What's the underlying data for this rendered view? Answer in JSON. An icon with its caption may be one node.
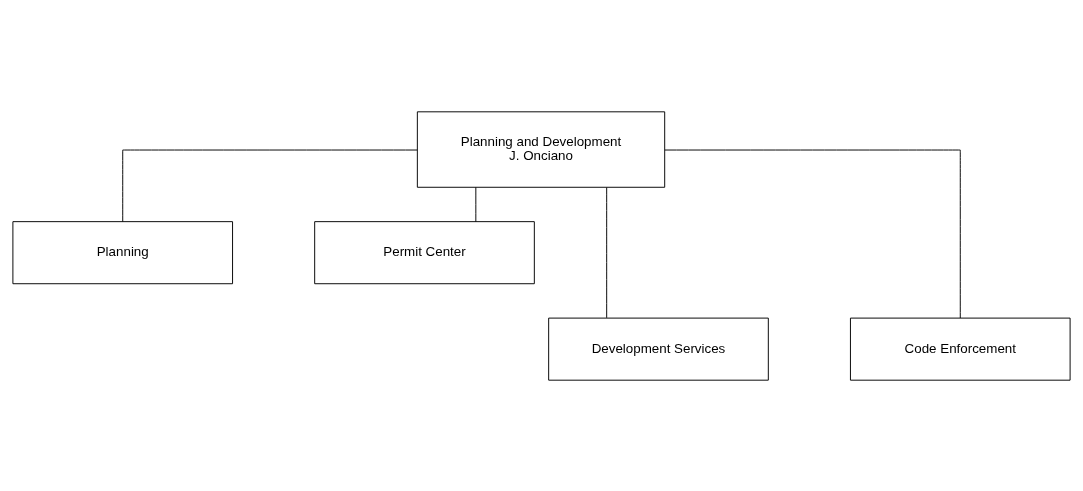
{
  "diagram": {
    "nodes": [
      {
        "text": [
          "Planning and Development",
          "J. Onciano"
        ]
      },
      {
        "text": [
          "Planning"
        ]
      },
      {
        "text": [
          "Permit Center"
        ]
      },
      {
        "text": [
          "Development Services"
        ]
      },
      {
        "text": [
          "Code Enforcement"
        ]
      }
    ],
    "edges": [
      {
        "from": 0,
        "to": 1,
        "arrow": "none"
      },
      {
        "from": 0,
        "to": 2,
        "arrow": "none"
      },
      {
        "from": 0,
        "to": 3,
        "arrow": "none"
      },
      {
        "from": 0,
        "to": 4,
        "arrow": "none"
      }
    ]
  }
}
